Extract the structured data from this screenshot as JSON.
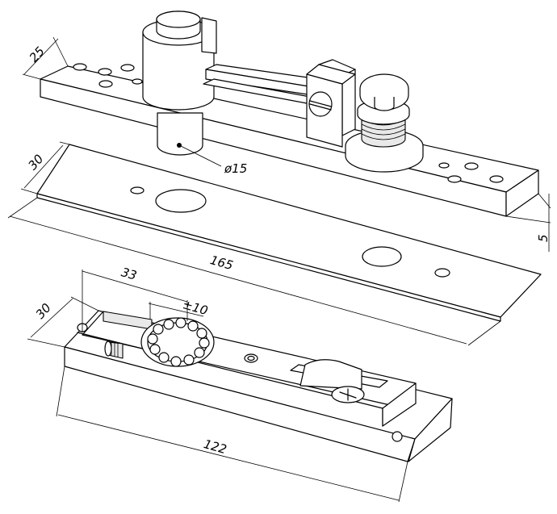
{
  "dimensions": {
    "top_width": "25",
    "plate_width": "30",
    "diameter": "ø15",
    "thickness": "5",
    "plate_length": "165",
    "offset": "33",
    "adjust": "±10",
    "base_width": "30",
    "base_length": "122"
  }
}
